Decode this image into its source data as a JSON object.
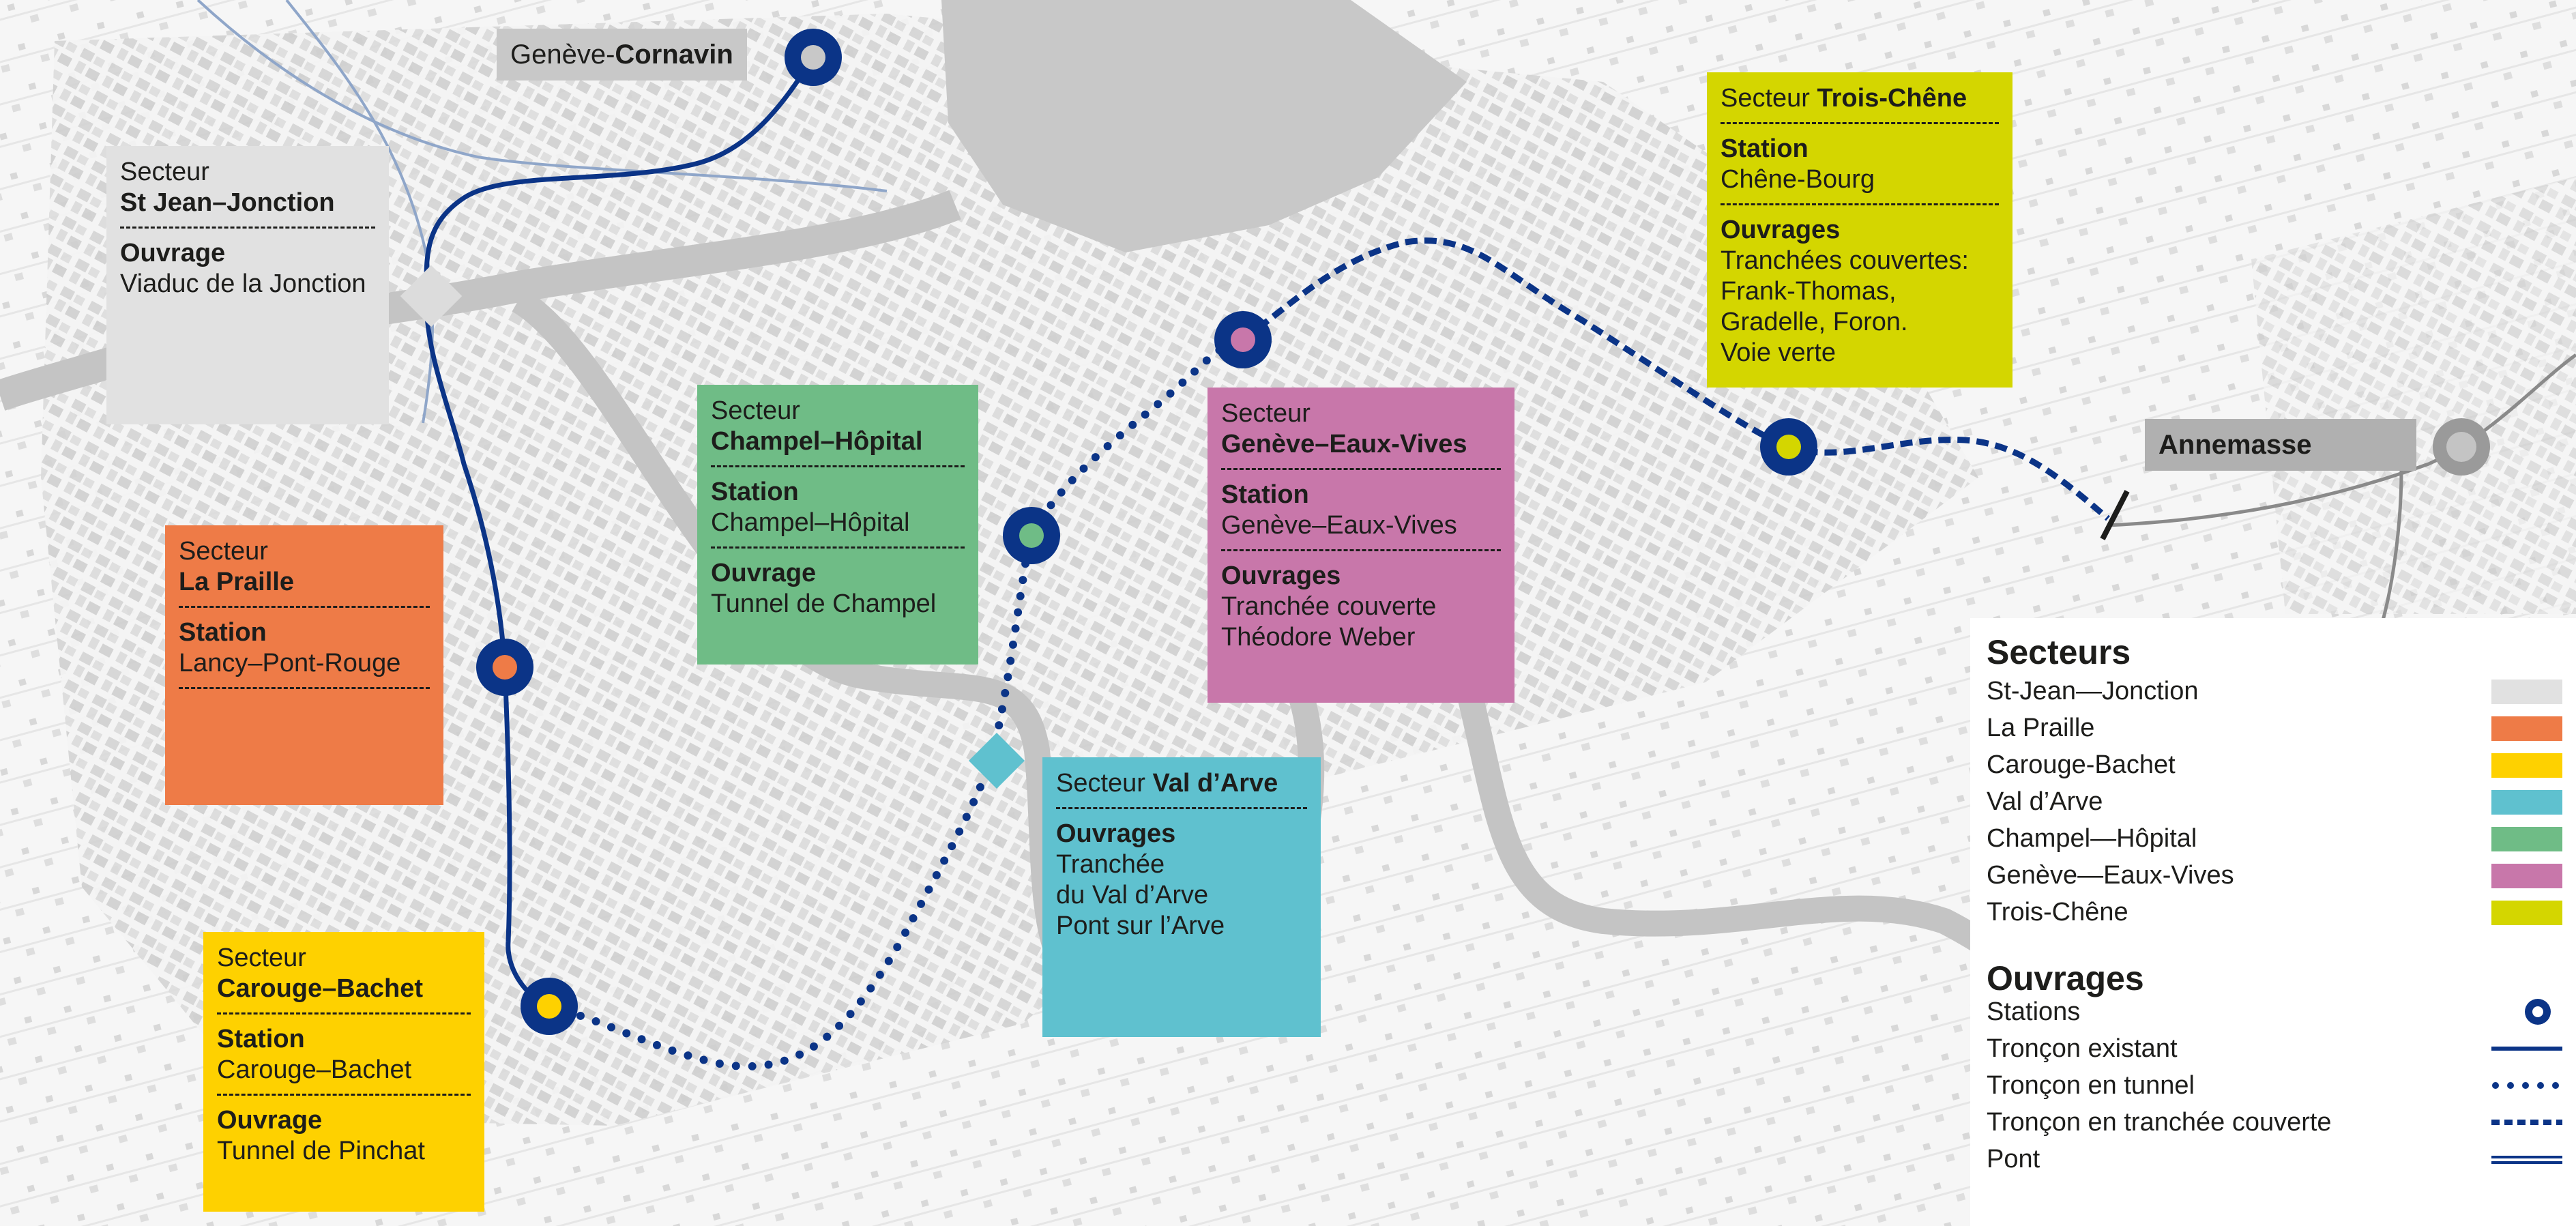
{
  "colors": {
    "line": "#0b3487",
    "st_jean": "#e1e1e1",
    "la_praille": "#ee7b47",
    "carouge": "#fed100",
    "val_arve": "#5fc1cf",
    "champel": "#6fbc86",
    "eaux_vives": "#c877aa",
    "trois_chene": "#d4d600",
    "label_grey": "#bdbdbd",
    "annemasse_grey": "#b0b0b0"
  },
  "stations": {
    "cornavin": {
      "prefix": "Genève-",
      "name": "Cornavin"
    },
    "annemasse": {
      "name": "Annemasse"
    }
  },
  "sectors": {
    "st_jean": {
      "title_prefix": "Secteur",
      "title_name": "St Jean–Jonction",
      "ouvrage_label": "Ouvrage",
      "ouvrage": "Viaduc de la Jonction"
    },
    "la_praille": {
      "title_prefix": "Secteur",
      "title_name": "La Praille",
      "station_label": "Station",
      "station": "Lancy–Pont-Rouge"
    },
    "carouge": {
      "title_prefix": "Secteur",
      "title_name": "Carouge–Bachet",
      "station_label": "Station",
      "station": "Carouge–Bachet",
      "ouvrage_label": "Ouvrage",
      "ouvrage": "Tunnel de Pinchat"
    },
    "champel": {
      "title_prefix": "Secteur",
      "title_name": "Champel–Hôpital",
      "station_label": "Station",
      "station": "Champel–Hôpital",
      "ouvrage_label": "Ouvrage",
      "ouvrage": "Tunnel de Champel"
    },
    "val_arve": {
      "title_prefix": "Secteur",
      "title_name": "Val d’Arve",
      "ouvrages_label": "Ouvrages",
      "ouvrages": [
        "Tranchée",
        "du Val d’Arve",
        "Pont sur l’Arve"
      ]
    },
    "eaux_vives": {
      "title_prefix": "Secteur",
      "title_name": "Genève–Eaux-Vives",
      "station_label": "Station",
      "station": "Genève–Eaux-Vives",
      "ouvrages_label": "Ouvrages",
      "ouvrages": [
        "Tranchée couverte",
        "Théodore Weber"
      ]
    },
    "trois_chene": {
      "title_prefix": "Secteur",
      "title_name": "Trois-Chêne",
      "station_label": "Station",
      "station": "Chêne-Bourg",
      "ouvrages_label": "Ouvrages",
      "ouvrages": [
        "Tranchées couvertes:",
        "Frank-Thomas,",
        "Gradelle, Foron.",
        "Voie verte"
      ]
    }
  },
  "legend": {
    "secteurs_title": "Secteurs",
    "secteurs": [
      {
        "label": "St-Jean—Jonction",
        "color": "#e1e1e1"
      },
      {
        "label": "La Praille",
        "color": "#ee7b47"
      },
      {
        "label": "Carouge-Bachet",
        "color": "#fed100"
      },
      {
        "label": "Val d’Arve",
        "color": "#5fc1cf"
      },
      {
        "label": "Champel—Hôpital",
        "color": "#6fbc86"
      },
      {
        "label": "Genève—Eaux-Vives",
        "color": "#c877aa"
      },
      {
        "label": "Trois-Chêne",
        "color": "#d4d600"
      }
    ],
    "ouvrages_title": "Ouvrages",
    "ouvrages": [
      {
        "label": "Stations",
        "symbol": "station-ring"
      },
      {
        "label": "Tronçon existant",
        "symbol": "solid-line"
      },
      {
        "label": "Tronçon en tunnel",
        "symbol": "dotted-line"
      },
      {
        "label": "Tronçon en tranchée couverte",
        "symbol": "dashed-line"
      },
      {
        "label": "Pont",
        "symbol": "double-line"
      }
    ]
  }
}
